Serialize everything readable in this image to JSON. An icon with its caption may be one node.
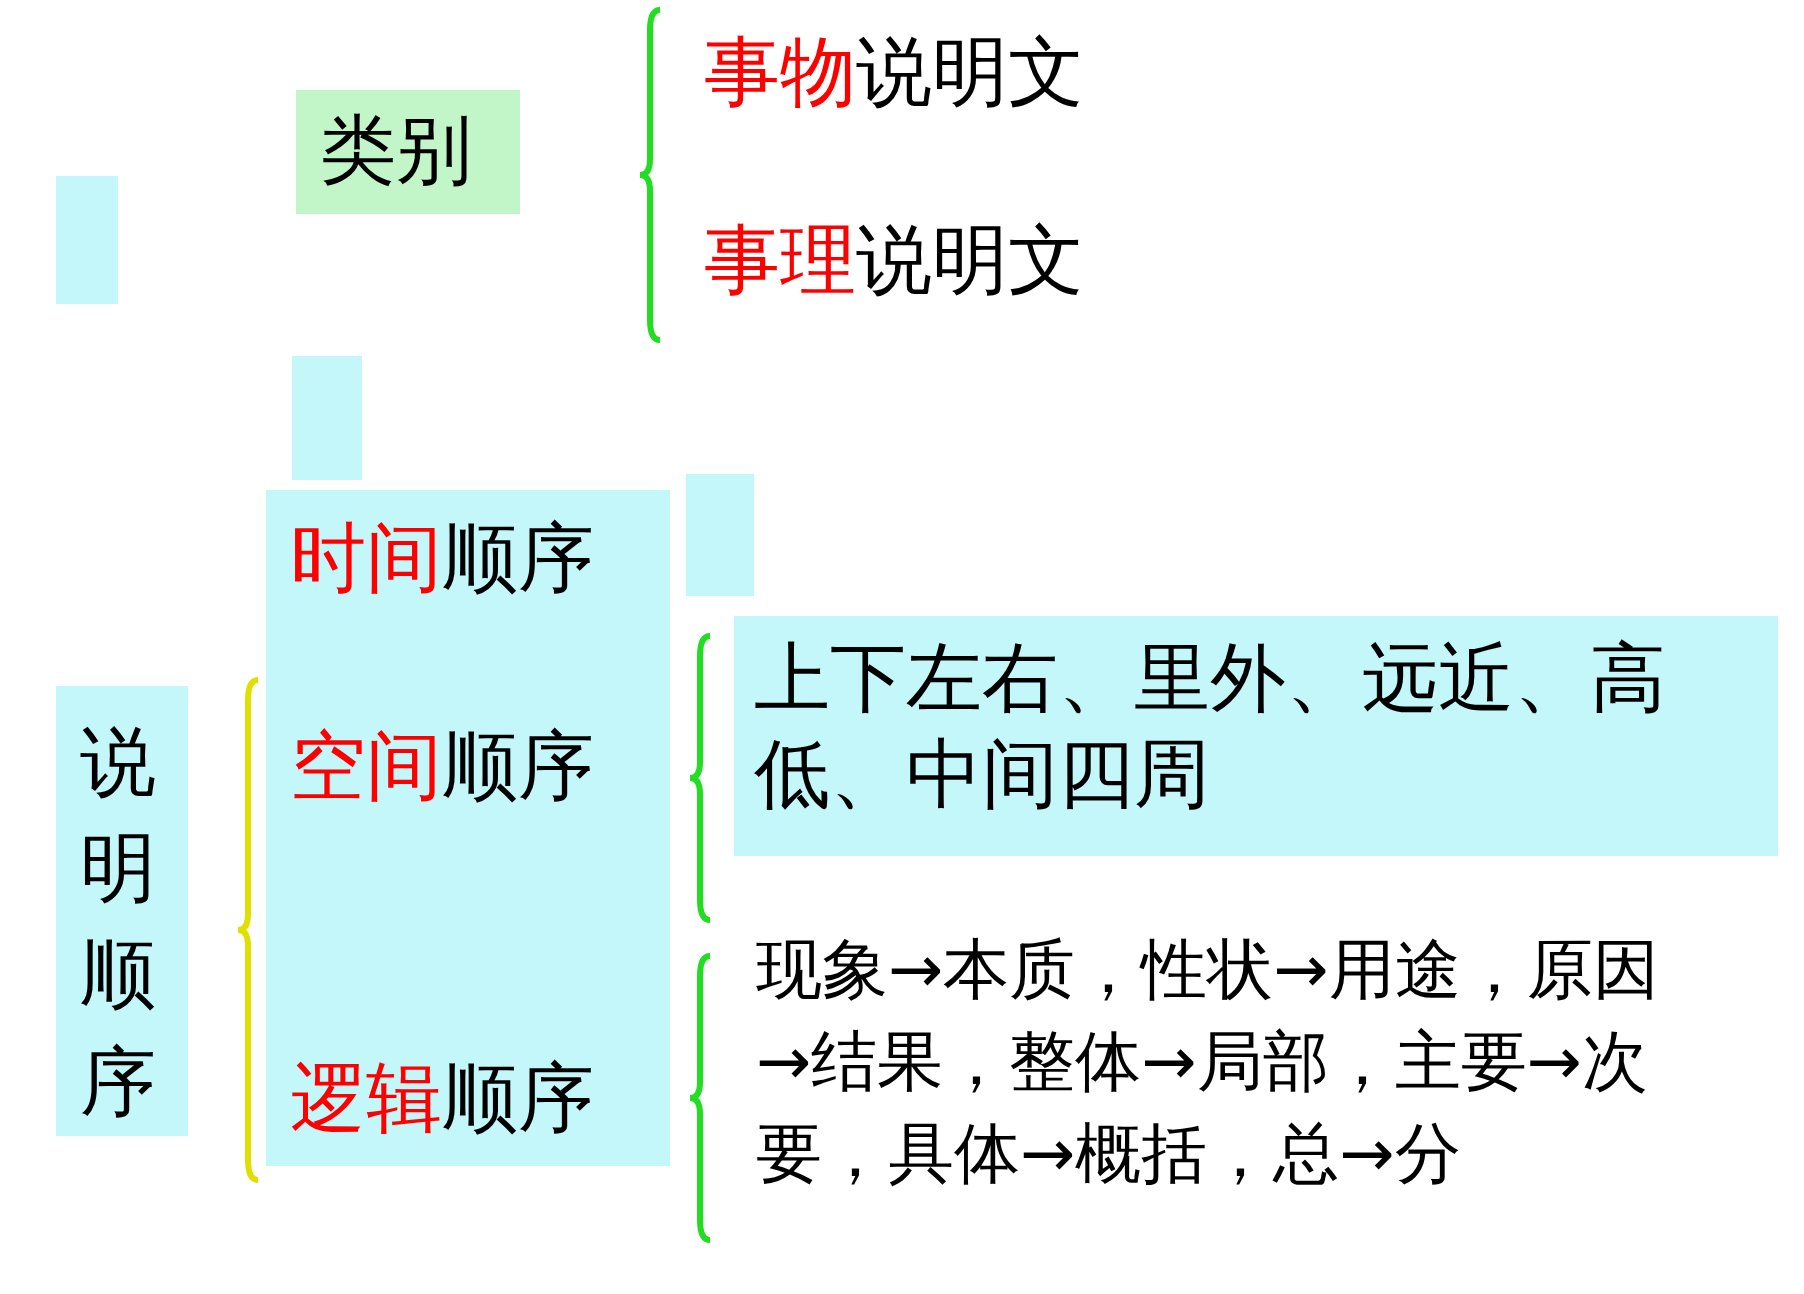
{
  "diagram": {
    "nodes": [
      {
        "text": [
          "类别"
        ]
      },
      {
        "text": [],
        "shape": "box"
      },
      {
        "text": [],
        "shape": "box"
      },
      {
        "text": [],
        "shape": "box"
      },
      {
        "text": [
          "**时间**顺序",
          "**空间**顺序",
          "**逻辑**顺序"
        ]
      },
      {
        "text": [
          "说明顺序"
        ]
      },
      {
        "text": [
          "上下左右、里外、远近、高低、中间四周"
        ]
      }
    ],
    "edges": [],
    "labels": [
      "**事物**说明文",
      "**事理**说明文",
      "现象→本质，性状→用途，原因→结果，整体→局部，主要→次要，具体→概括，总→分"
    ]
  }
}
